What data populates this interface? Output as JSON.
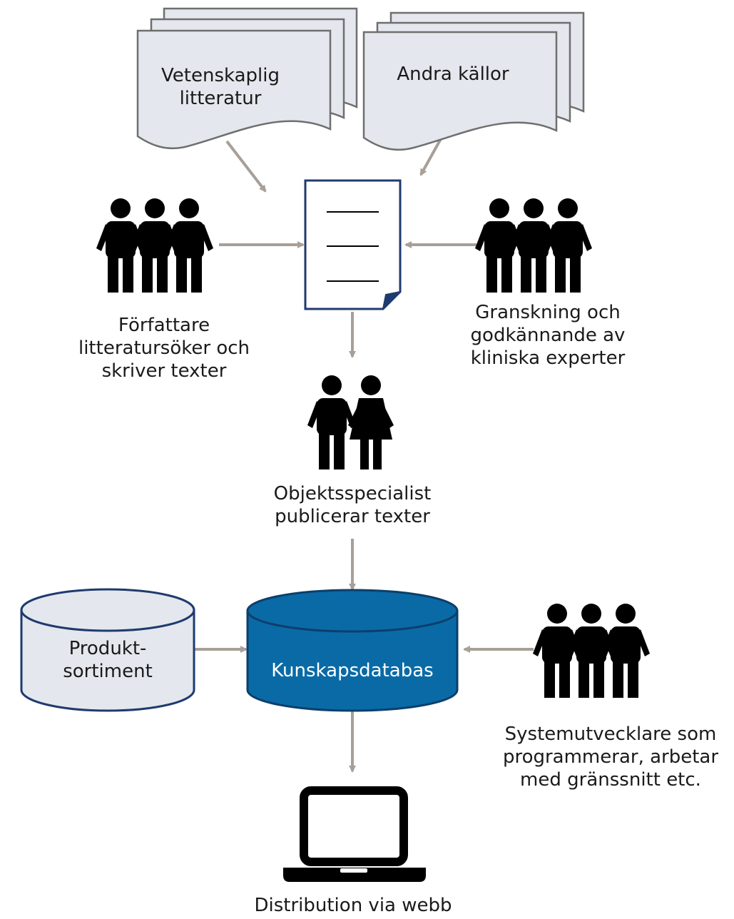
{
  "colors": {
    "arrow": "#a79f98",
    "doc_fill": "#e4e7ed",
    "doc_stroke": "#6f6f6f",
    "page_stroke": "#1f3b6e",
    "db_light_fill": "#e4e7ed",
    "db_light_stroke": "#1f3b6e",
    "db_blue_fill": "#0a6aa6",
    "db_blue_stroke": "#0c3f6b",
    "people": "#000000",
    "laptop": "#000000"
  },
  "sources": {
    "scientific": {
      "line1": "Vetenskaplig",
      "line2": "litteratur"
    },
    "other": {
      "line1": "Andra källor"
    }
  },
  "document": {
    "icon": "document-icon"
  },
  "authors": {
    "icon": "group-three-icon",
    "line1": "Författare",
    "line2": "litteratursöker och",
    "line3": "skriver texter"
  },
  "reviewers": {
    "icon": "group-three-icon",
    "line1": "Granskning och",
    "line2": "godkännande av",
    "line3": "kliniska experter"
  },
  "specialist": {
    "icon": "couple-icon",
    "line1": "Objektsspecialist",
    "line2": "publicerar texter"
  },
  "product_db": {
    "icon": "database-icon",
    "line1": "Produkt-",
    "line2": "sortiment"
  },
  "knowledge_db": {
    "icon": "database-icon",
    "line1": "Kunskapsdatabas"
  },
  "developers": {
    "icon": "group-three-icon",
    "line1": "Systemutvecklare som",
    "line2": "programmerar, arbetar",
    "line3": "med gränssnitt etc."
  },
  "distribution": {
    "icon": "laptop-icon",
    "line1": "Distribution via webb"
  }
}
